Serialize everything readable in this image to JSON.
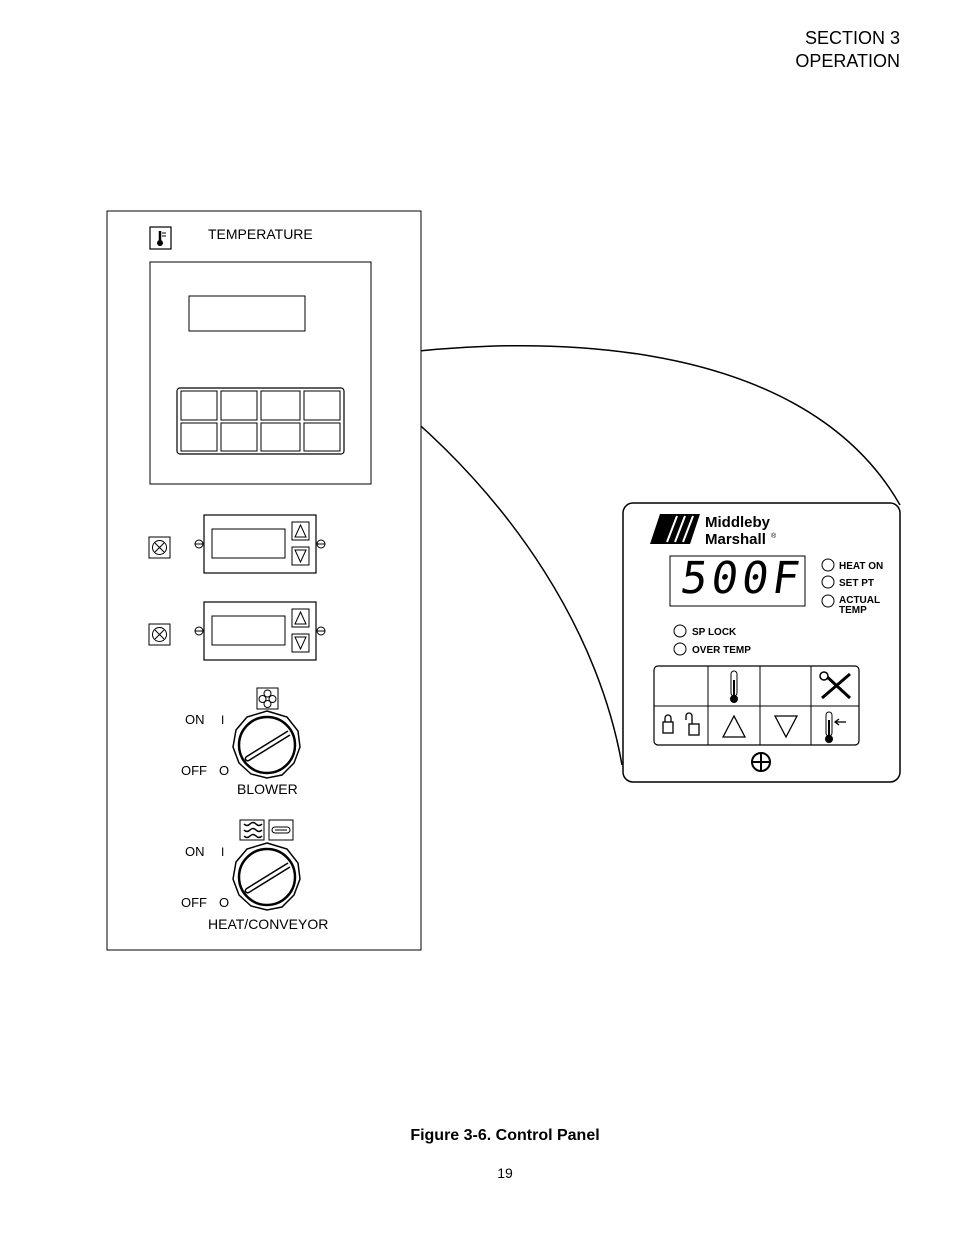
{
  "header": {
    "section": "SECTION 3",
    "title": "OPERATION"
  },
  "panel": {
    "temperature_label": "TEMPERATURE",
    "blower_label": "BLOWER",
    "heat_conveyor_label": "HEAT/CONVEYOR",
    "on_label": "ON",
    "off_label": "OFF",
    "on_symbol": "I",
    "off_symbol": "O"
  },
  "controller": {
    "brand_line1": "Middleby",
    "brand_line2": "Marshall",
    "registered": "®",
    "display_value": "500F",
    "indicators": [
      "HEAT ON",
      "SET PT",
      "ACTUAL",
      "TEMP"
    ],
    "indicators_lower": [
      "SP LOCK",
      "OVER TEMP"
    ]
  },
  "figure": {
    "caption": "Figure 3-6. Control Panel",
    "page_number": "19"
  }
}
